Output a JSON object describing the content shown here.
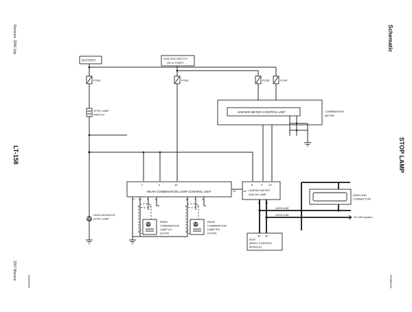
{
  "header": {
    "revision": "Revision: 2006 July",
    "page_code": "LT-158",
    "model": "2007 Murano",
    "section": "Schematic",
    "title": "STOP LAMP",
    "diagram_id": "TKWB0155",
    "left_code": "TLWB0155"
  },
  "labels": {
    "battery": "BATTERY",
    "ignition_line1": "IGNITION SWITCH",
    "ignition_line2": "ON or START",
    "fuse": "FUSE",
    "stop_switch_line1": "STOP LAMP",
    "stop_switch_line2": "SWITCH",
    "meter_unit": "UNIFIED METER CONTROL UNIT",
    "combo_line1": "COMBINATION",
    "combo_line2": "METER",
    "rear_unit": "REAR COMBINATION LAMP CONTROL UNIT",
    "amp_line1": "UNIFIED METER",
    "amp_line2": "AND A/C AMP.",
    "dlc_line1": "DATA LINK",
    "dlc_line2": "CONNECTOR",
    "data_line": "DATA LINE",
    "can": "To CAN system",
    "hm_line1": "HIGH-MOUNTED",
    "hm_line2": "STOP LAMP",
    "lh_line1": "REAR",
    "lh_line2": "COMBINATION",
    "lh_line3": "LAMP LH",
    "lh_line4": "(STOP)",
    "rh_line1": "REAR",
    "rh_line2": "COMBINATION",
    "rh_line3": "LAMP RH",
    "rh_line4": "(STOP)",
    "bcm_line1": "BCM",
    "bcm_line2": "(BODY CONTROL",
    "bcm_line3": "MODULE)"
  },
  "pins": {
    "rear_2": "2",
    "rear_9": "9",
    "rear_16": "16",
    "rear_11": "11",
    "rear_12": "12",
    "rear_13": "13",
    "rear_5": "5",
    "rear_6": "6",
    "rear_14": "14",
    "rear_7": "7",
    "rear_8": "8",
    "amp_16": "16",
    "amp_6": "6",
    "amp_9": "9",
    "amp_19": "19",
    "amp_1": "1",
    "amp_11": "11",
    "bcm_39": "39",
    "bcm_40": "40"
  }
}
